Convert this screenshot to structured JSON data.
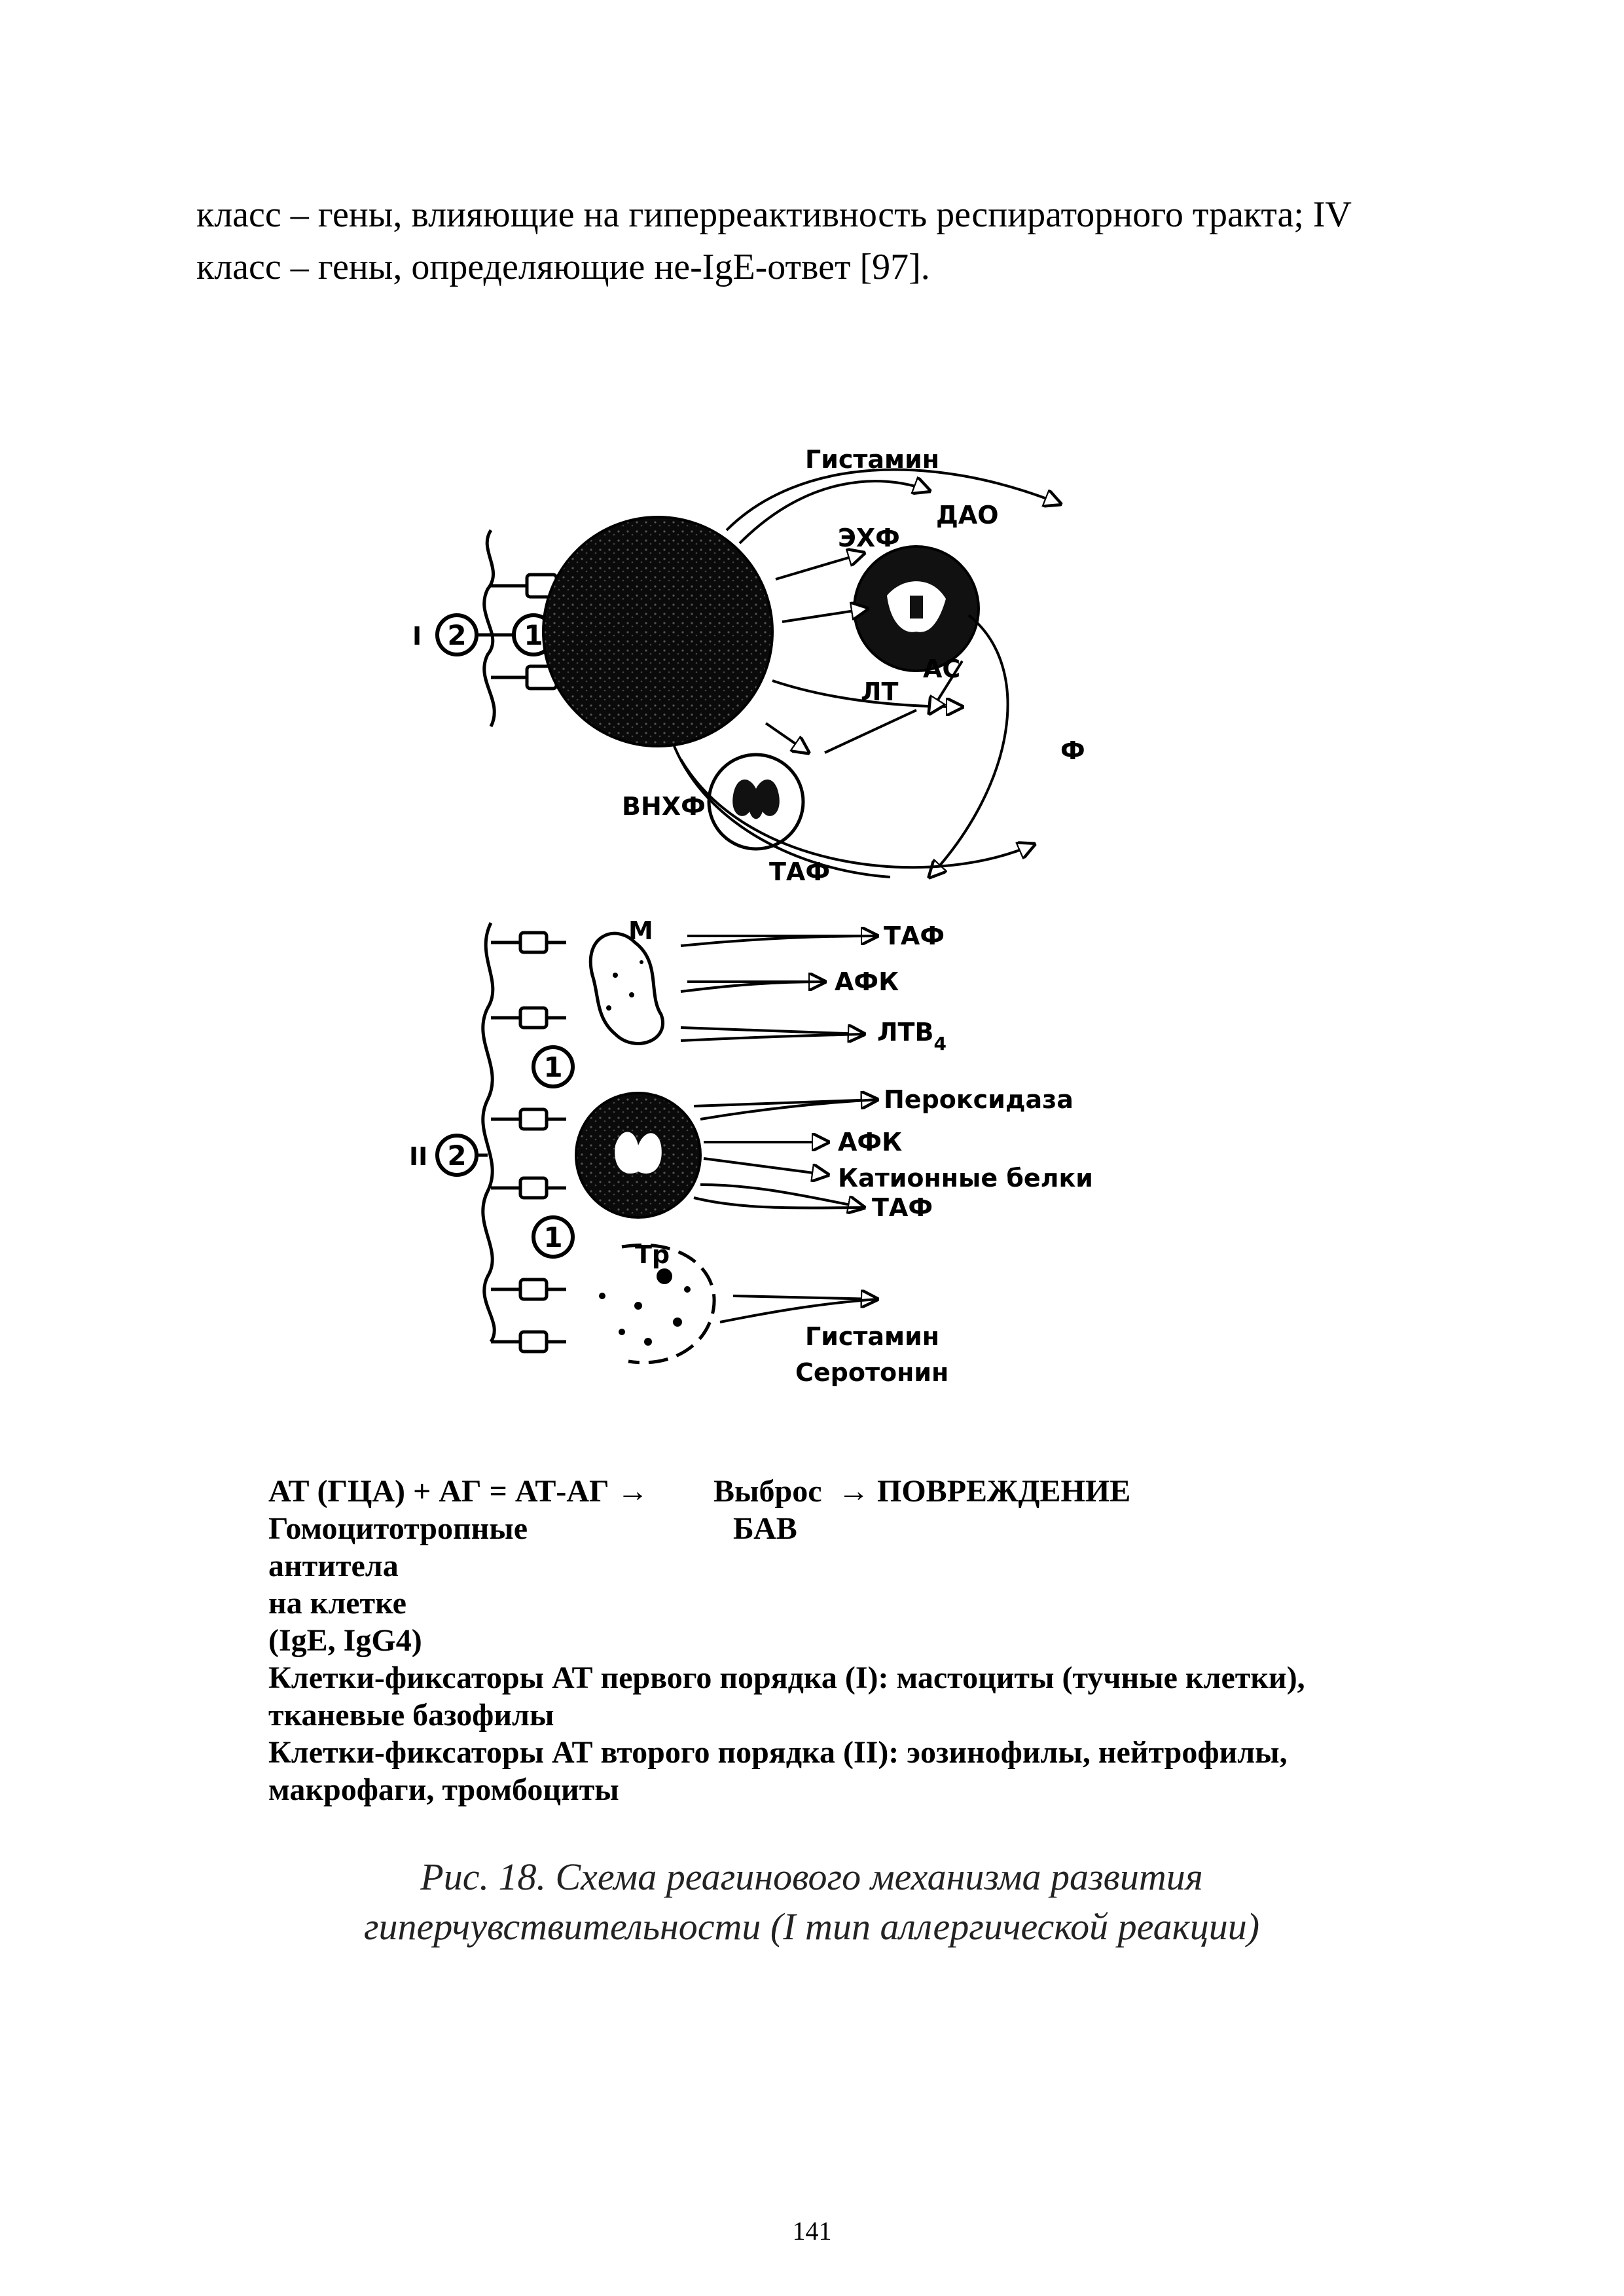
{
  "intro": {
    "line1": "класс – гены, влияющие на гиперреактивность респираторного тракта; IV",
    "line2": "класс – гены, определяющие не-IgE-ответ [97]."
  },
  "figure": {
    "roman_1": "I",
    "roman_2": "II",
    "num_1": "1",
    "num_2": "2",
    "histamine_top": "Гистамин",
    "dao": "ДАО",
    "ekhf": "ЭХФ",
    "lt": "ЛТ",
    "as": "АС",
    "f": "Ф",
    "vnkhf": "ВНХФ",
    "taf_top": "ТАФ",
    "m": "М",
    "taf_m": "ТАФ",
    "afk_m": "АФК",
    "ltb4_main": "ЛТВ",
    "ltb4_sub": "4",
    "peroxidase": "Пероксидаза",
    "afk_e": "АФК",
    "cationic": "Катионные белки",
    "taf_e": "ТАФ",
    "tr": "Тр",
    "histamine_bottom": "Гистамин",
    "serotonin": "Серотонин"
  },
  "formula": {
    "left": "АТ (ГЦА) + АГ = АТ-АГ  →",
    "mid": "Выброс",
    "right": "→ ПОВРЕЖДЕНИЕ",
    "homo": "Гомоцитотропные",
    "bav": "БАВ",
    "line3": "антитела",
    "line4": "на клетке",
    "line5": "(IgE, IgG4)",
    "line6": "Клетки-фиксаторы АТ первого порядка (I): мастоциты (тучные клетки),",
    "line7": "тканевые базофилы",
    "line8": "Клетки-фиксаторы АТ второго порядка (II): эозинофилы, нейтрофилы,",
    "line9": "макрофаги, тромбоциты"
  },
  "caption": {
    "line1": "Рис. 18. Схема реагинового механизма развития",
    "line2": "гиперчувствительности (I тип аллергической реакции)"
  },
  "page_number": "141"
}
